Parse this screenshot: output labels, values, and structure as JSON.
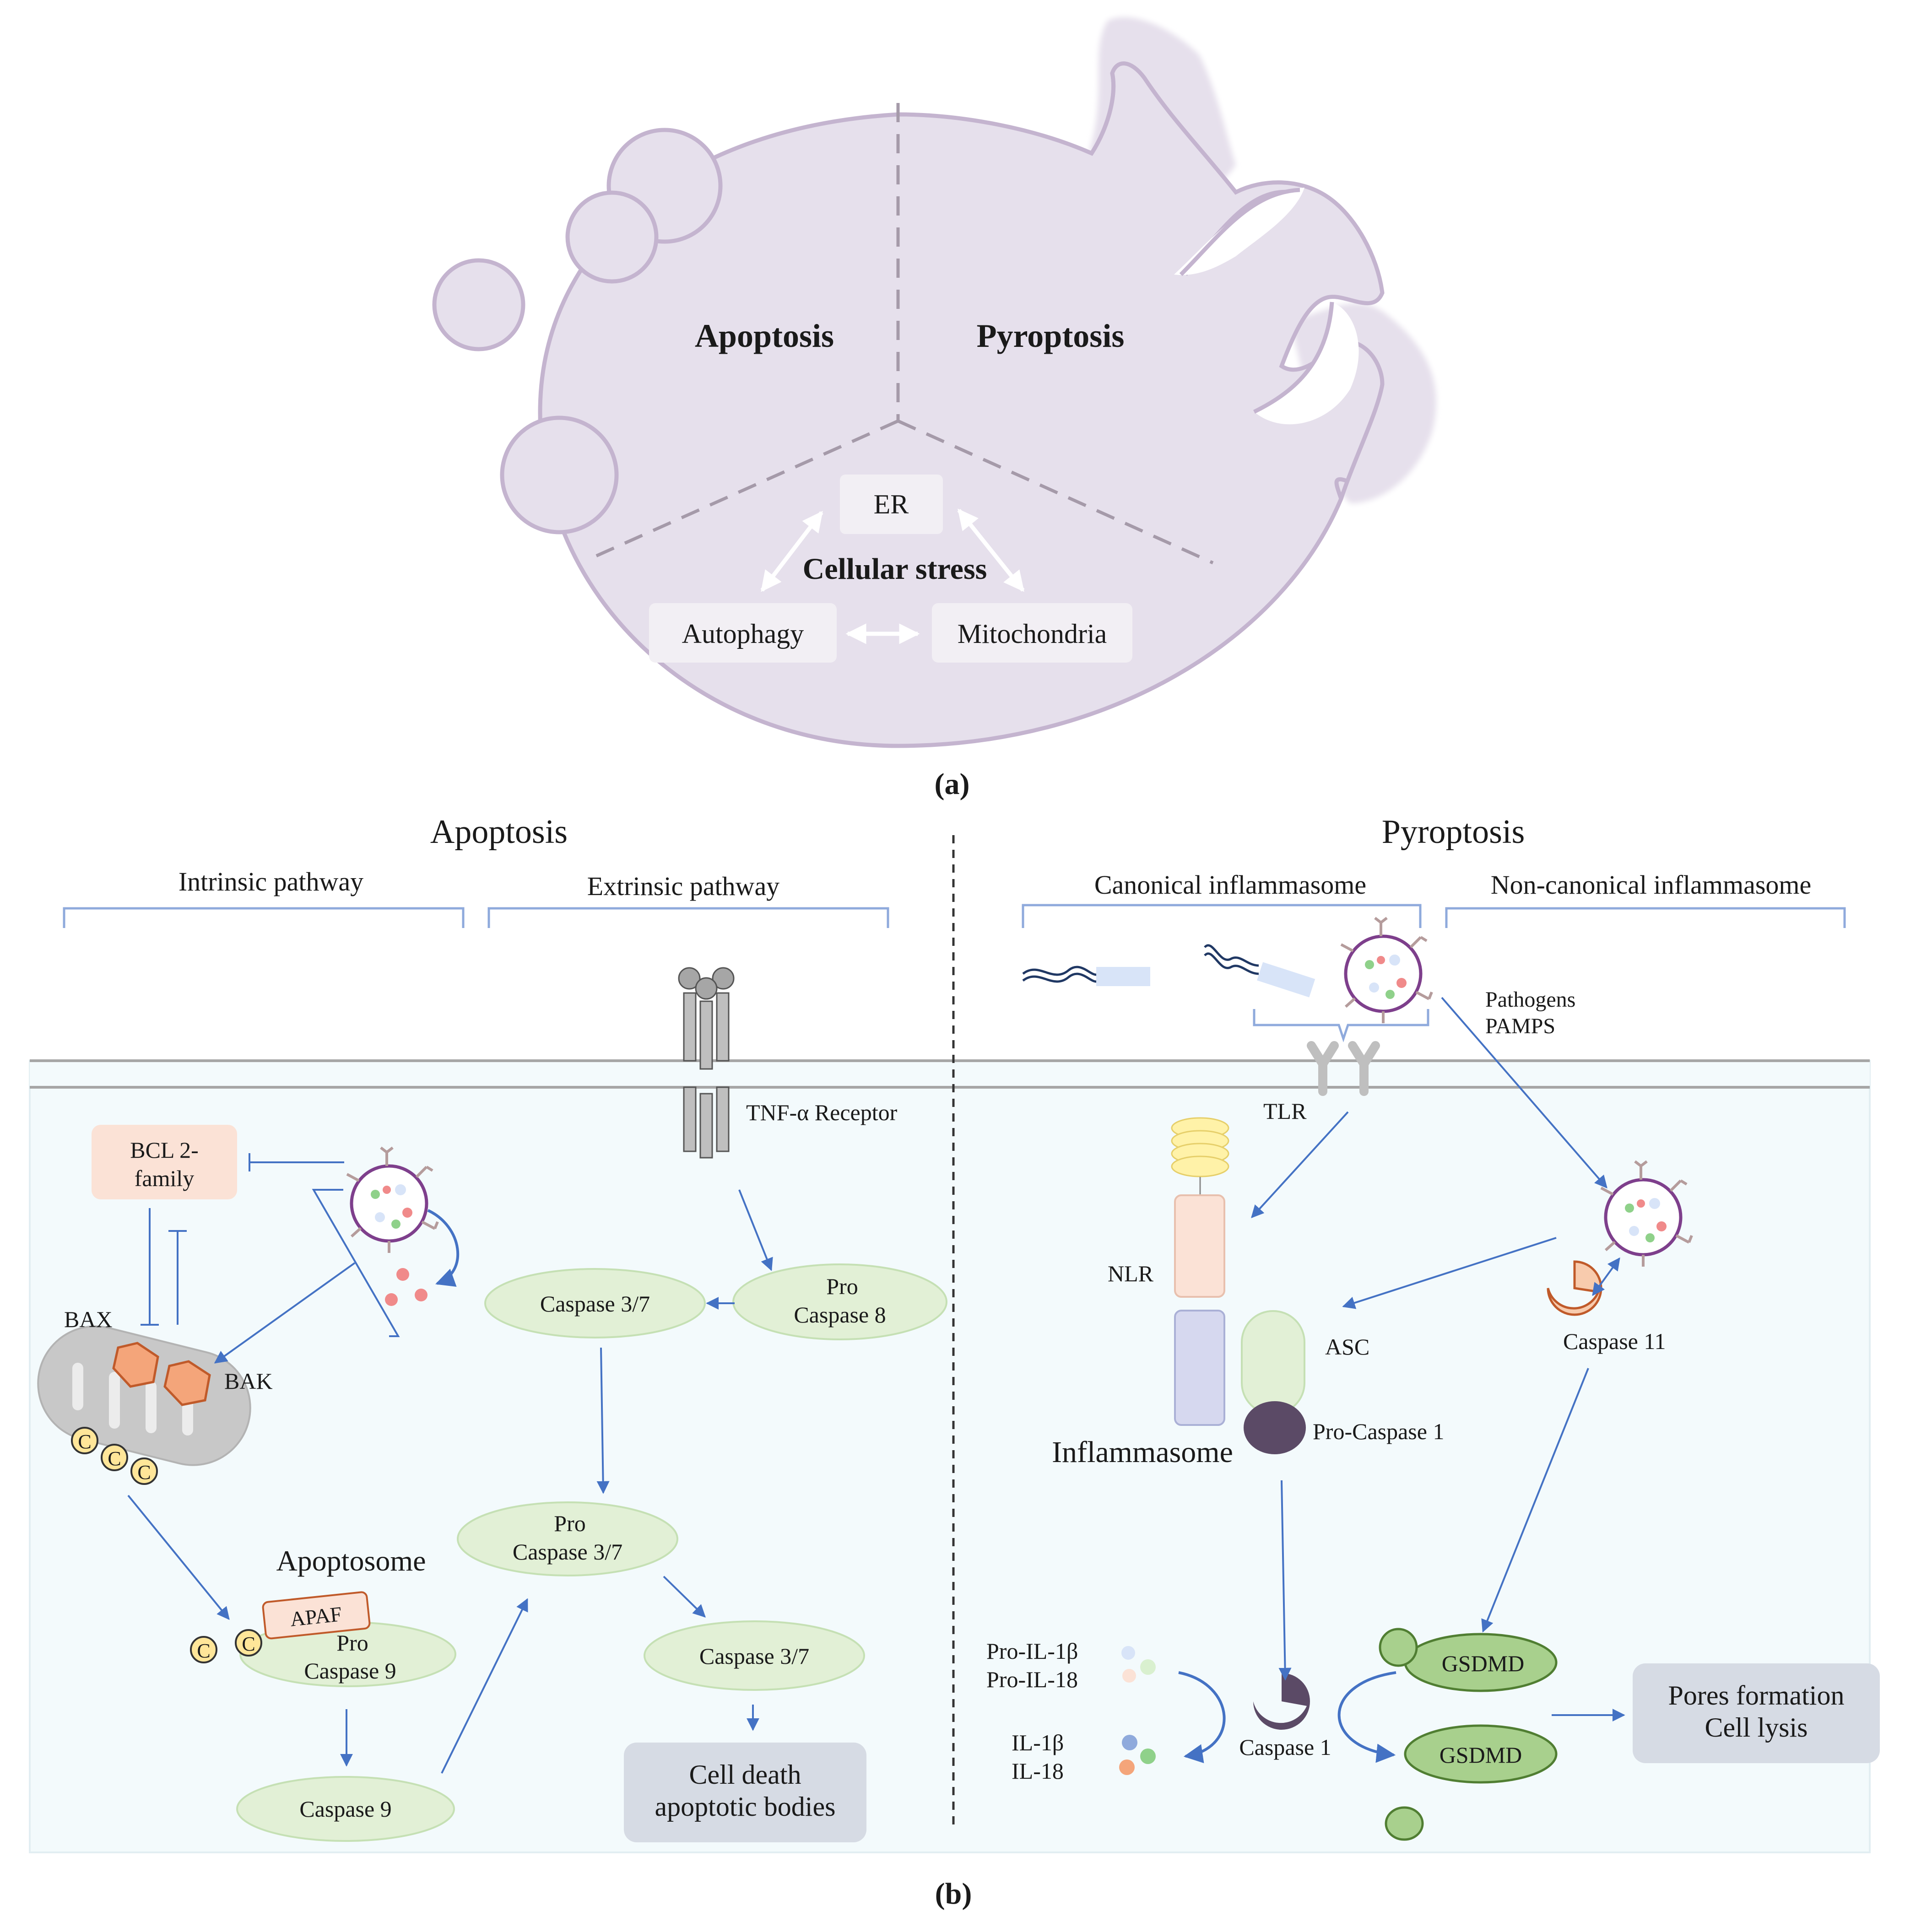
{
  "panel_a": {
    "apoptosis": "Apoptosis",
    "pyroptosis": "Pyroptosis",
    "er": "ER",
    "cellular_stress": "Cellular stress",
    "autophagy": "Autophagy",
    "mitochondria": "Mitochondria",
    "caption": "(a)"
  },
  "panel_b": {
    "caption": "(b)",
    "apoptosis": {
      "title": "Apoptosis",
      "intrinsic": "Intrinsic pathway",
      "extrinsic": "Extrinsic pathway",
      "bcl2_line1": "BCL 2-",
      "bcl2_line2": "family",
      "bax": "BAX",
      "bak": "BAK",
      "cyt_c": "C",
      "tnf_receptor": "TNF-α Receptor",
      "caspase37_a": "Caspase 3/7",
      "pro_caspase8_line1": "Pro",
      "pro_caspase8_line2": "Caspase 8",
      "apoptosome": "Apoptosome",
      "apaf": "APAF",
      "pro_caspase9_line1": "Pro",
      "pro_caspase9_line2": "Caspase 9",
      "caspase9": "Caspase 9",
      "pro_caspase37_line1": "Pro",
      "pro_caspase37_line2": "Caspase 3/7",
      "caspase37_b": "Caspase 3/7",
      "cell_death_line1": "Cell death",
      "cell_death_line2": "apoptotic bodies"
    },
    "pyroptosis": {
      "title": "Pyroptosis",
      "canonical": "Canonical inflammasome",
      "noncanonical": "Non-canonical inflammasome",
      "pathogens": "Pathogens",
      "pamps": "PAMPS",
      "tlr": "TLR",
      "nlr": "NLR",
      "asc": "ASC",
      "inflammasome": "Inflammasome",
      "pro_caspase1": "Pro-Caspase 1",
      "caspase11": "Caspase 11",
      "pro_il1b": "Pro-IL-1β",
      "pro_il18": "Pro-IL-18",
      "il1b": "IL-1β",
      "il18": "IL-18",
      "caspase1": "Caspase 1",
      "gsdmd_1": "GSDMD",
      "gsdmd_2": "GSDMD",
      "pores_line1": "Pores formation",
      "pores_line2": "Cell lysis"
    }
  },
  "colors": {
    "cell_fill": "#e6e0ec",
    "cell_stroke": "#c4b4cf",
    "cytoplasm": "#f3fafc",
    "pathway_green": "#e2f0d6",
    "gsdmd_green": "#a8d08d",
    "arrow_blue": "#4472c4",
    "bcl2_pink": "#fbe2d6",
    "bax_orange": "#f4a57a",
    "nlr_peach": "#fbe2d6",
    "inflammasome_lilac": "#d6d8ef",
    "pro_caspase1": "#5b4a66",
    "result_box": "#d6dbe4"
  }
}
